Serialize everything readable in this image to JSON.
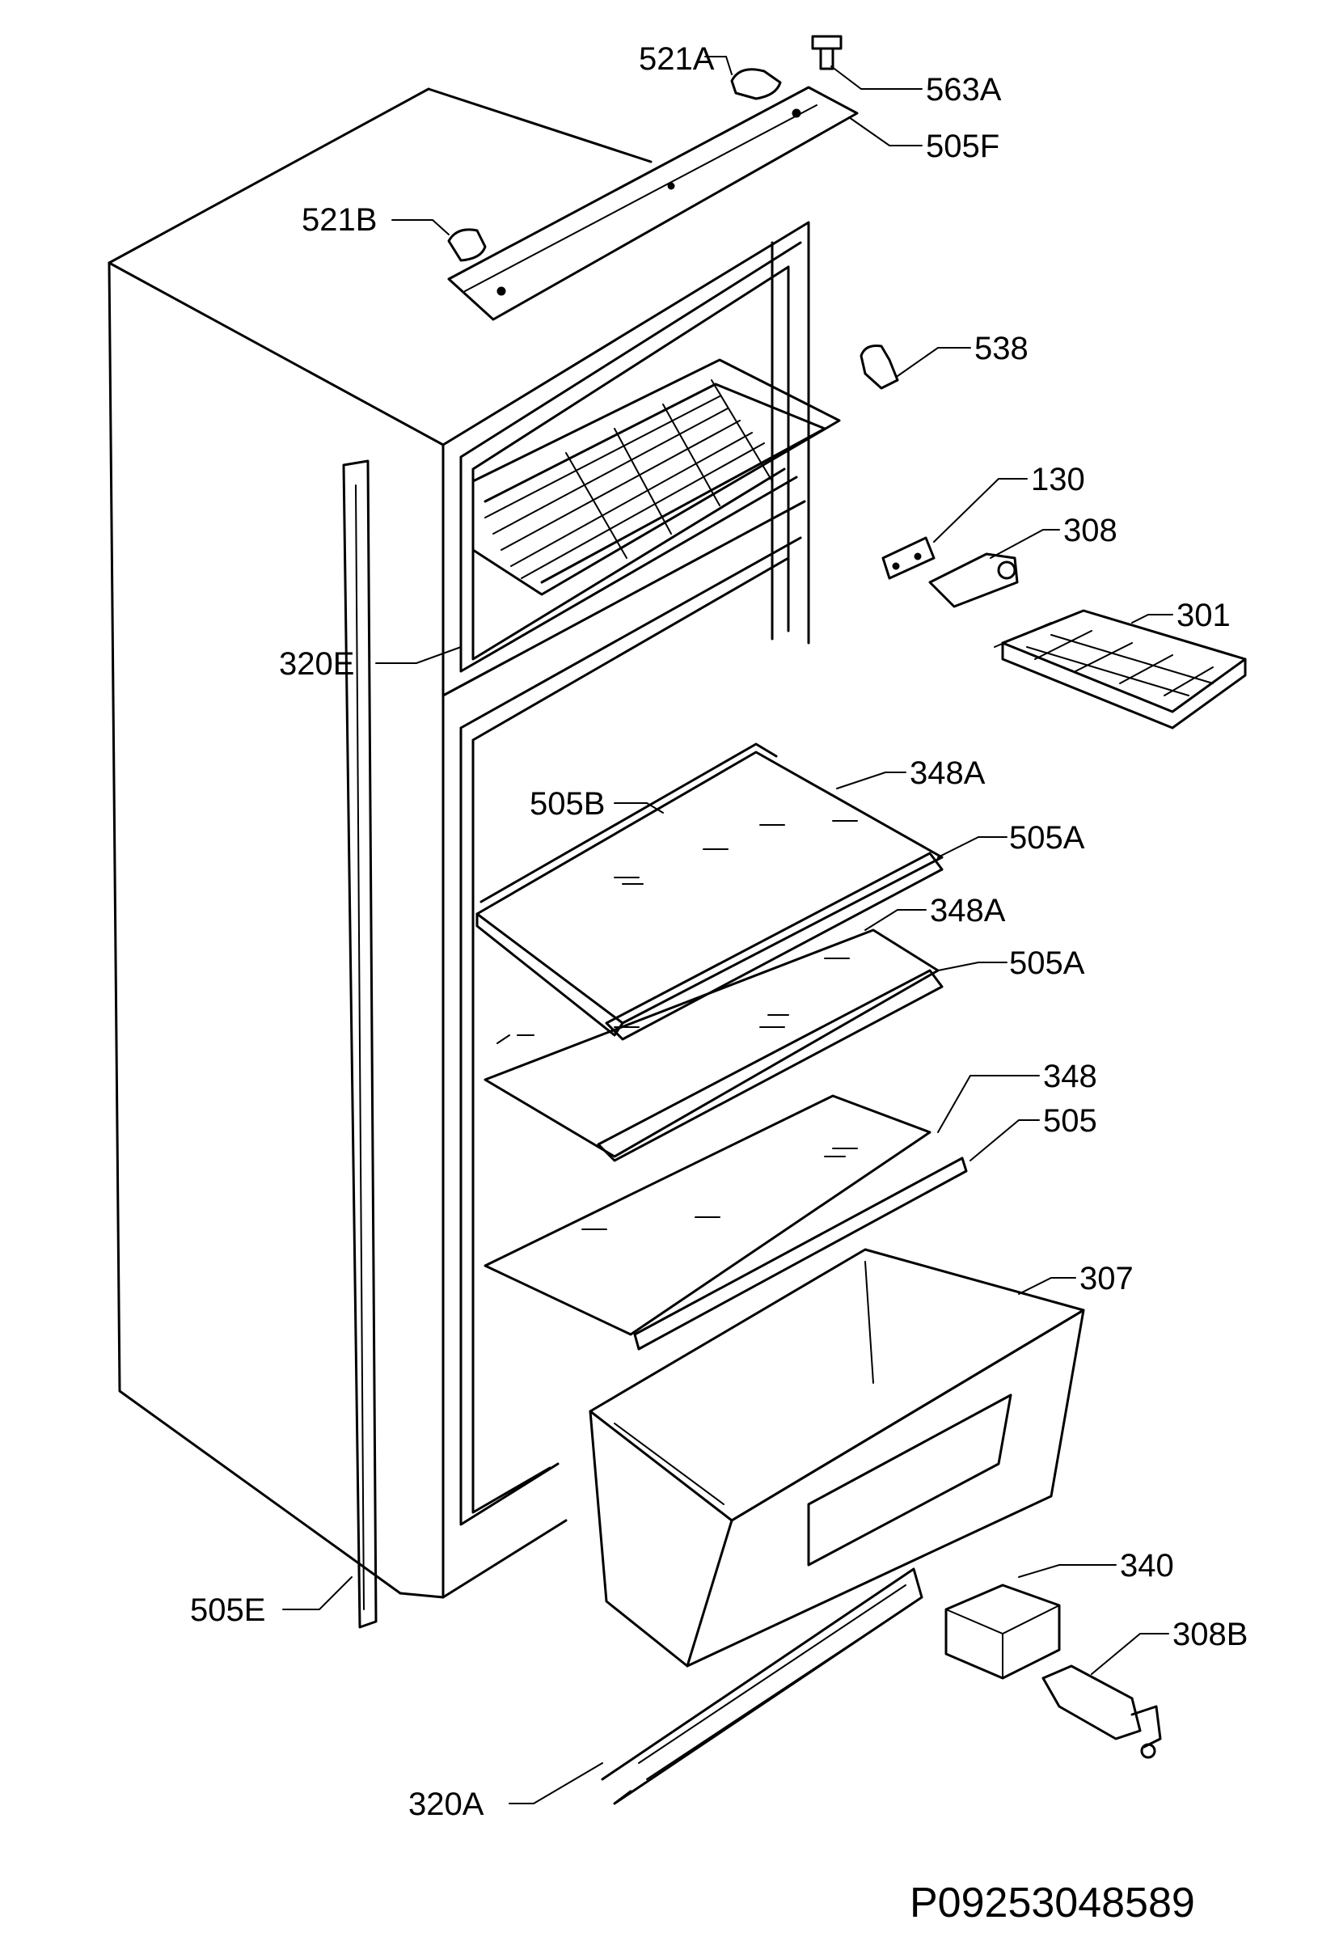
{
  "diagram": {
    "drawing_code": "P09253048589",
    "parts": {
      "p521A": "521A",
      "p563A": "563A",
      "p505F": "505F",
      "p521B": "521B",
      "p538": "538",
      "p130": "130",
      "p308": "308",
      "p301": "301",
      "p320E": "320E",
      "p348A_1": "348A",
      "p505B": "505B",
      "p505A_1": "505A",
      "p348A_2": "348A",
      "p505A_2": "505A",
      "p348": "348",
      "p505": "505",
      "p307": "307",
      "p340": "340",
      "p308B": "308B",
      "p505E": "505E",
      "p320A": "320A"
    }
  }
}
